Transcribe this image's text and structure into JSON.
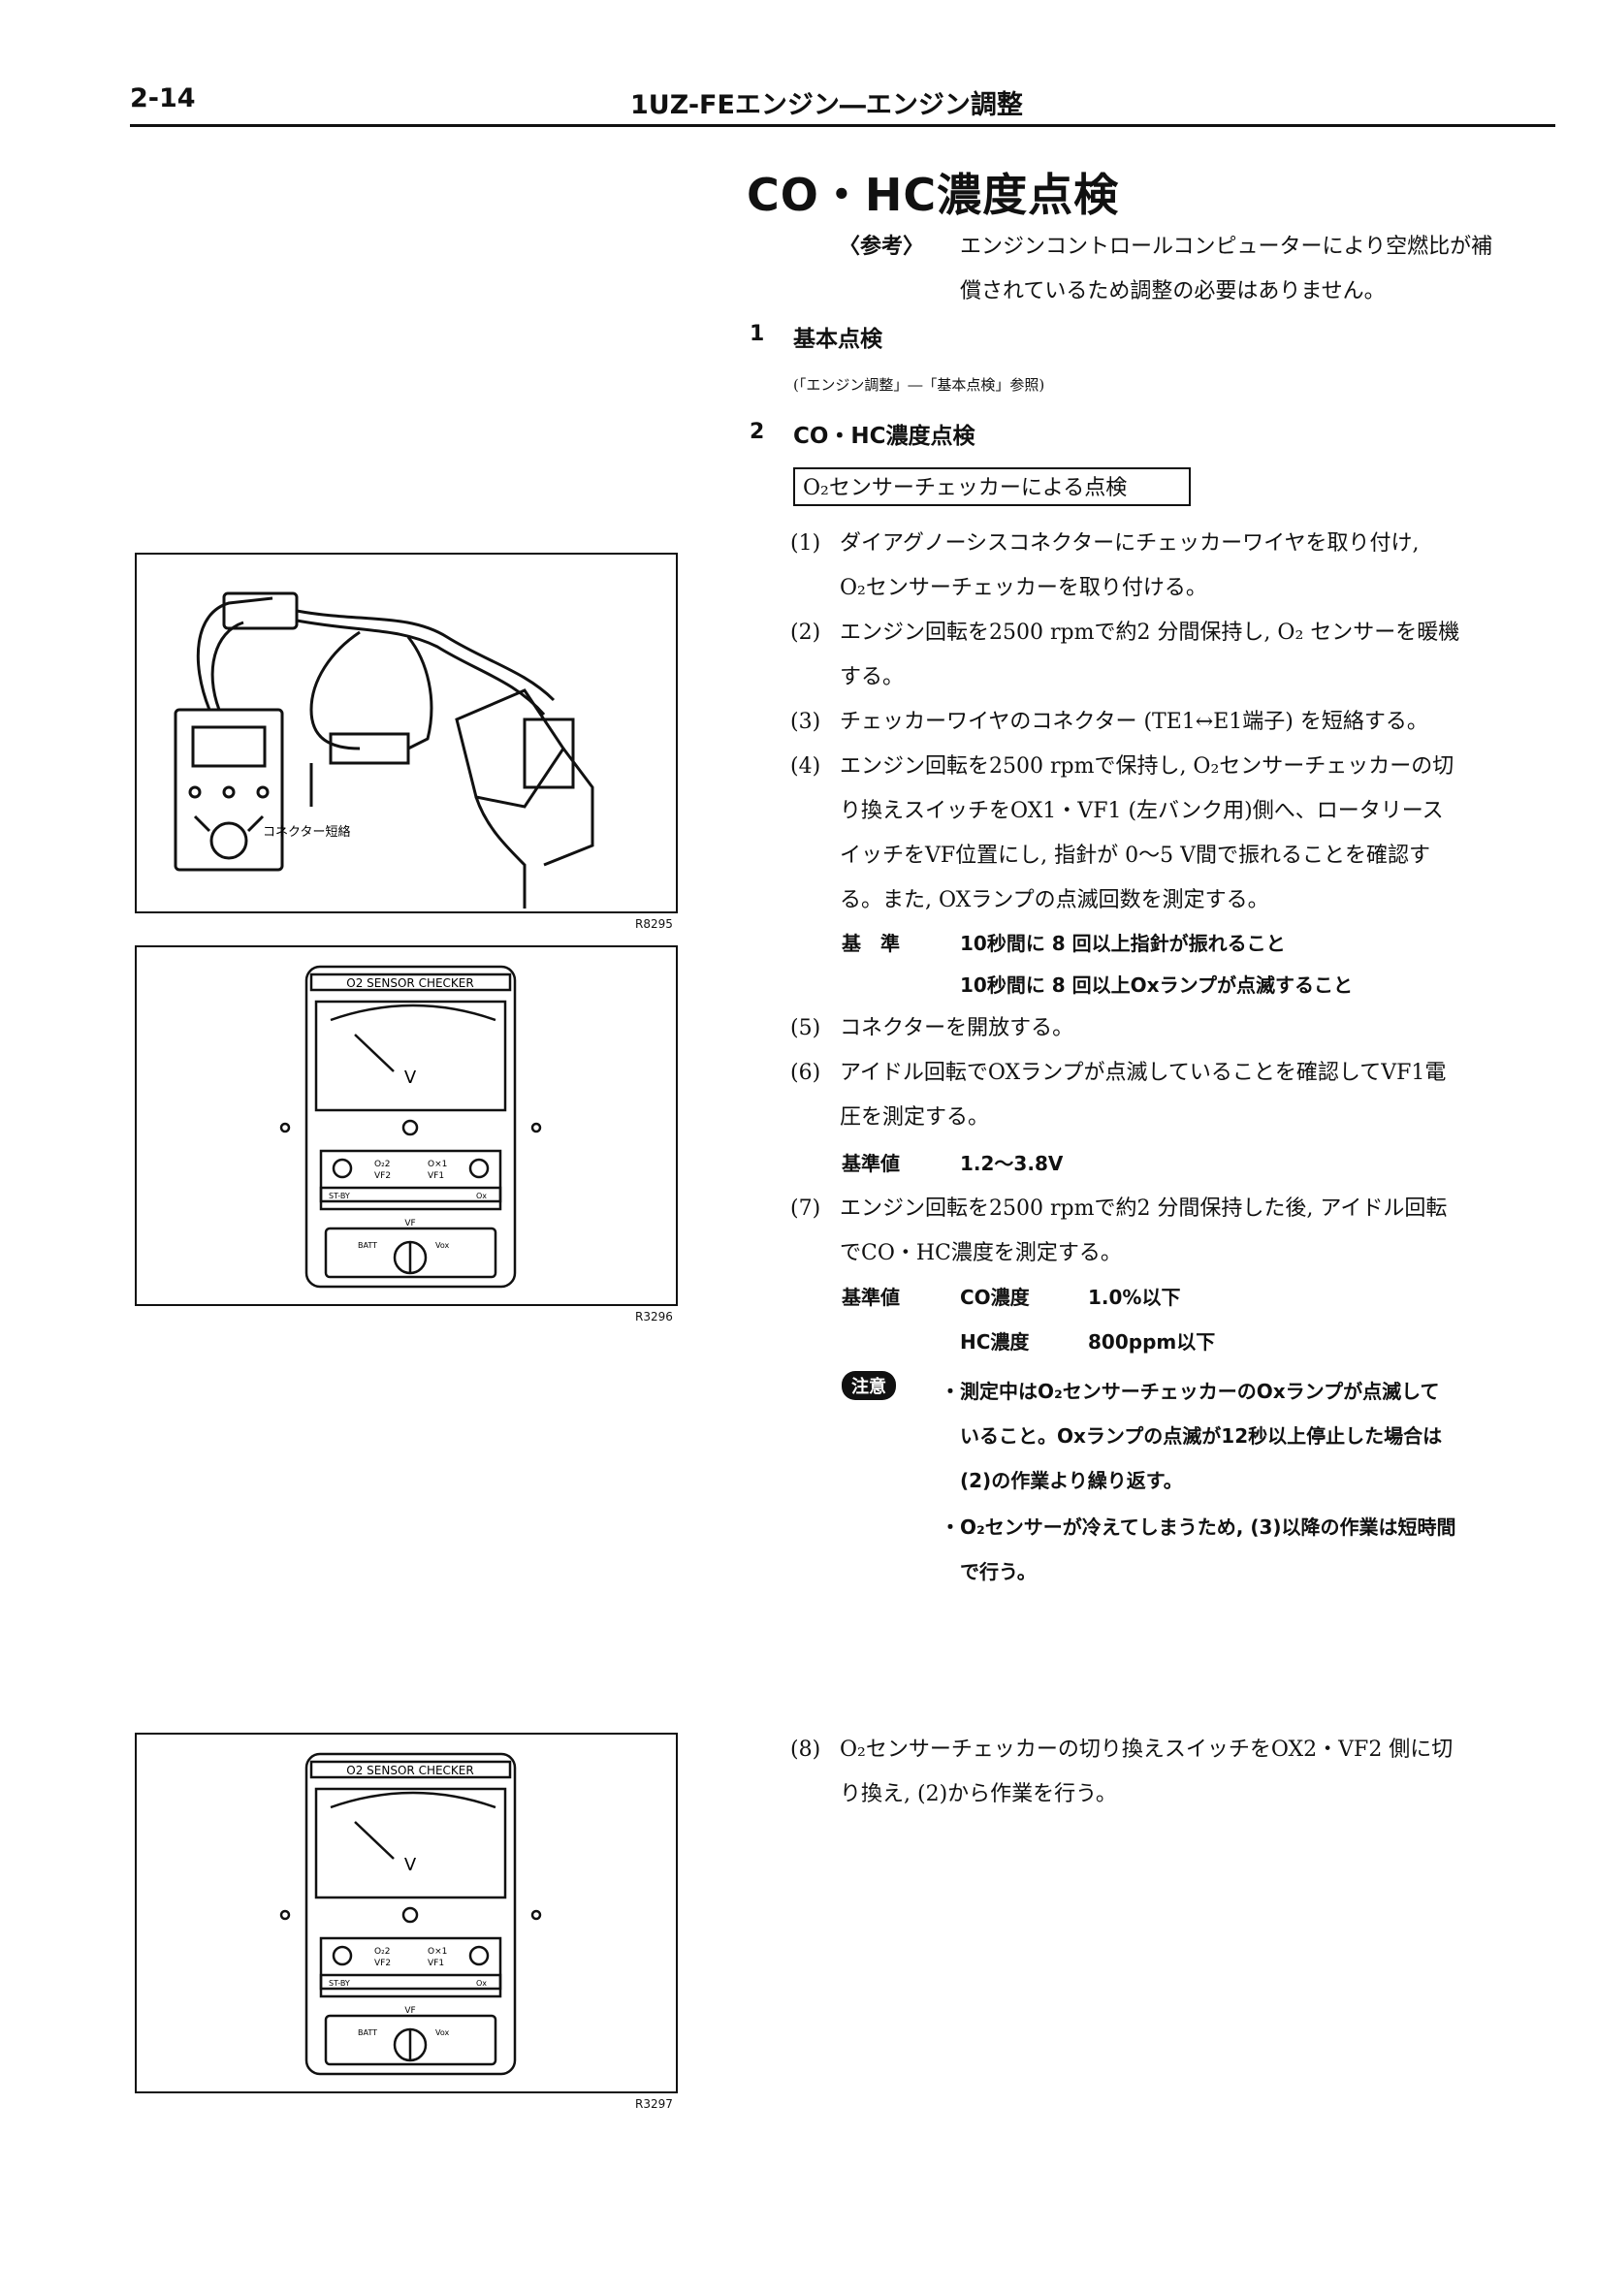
{
  "header": {
    "page_number": "2-14",
    "running_title": "1UZ-FEエンジン―エンジン調整"
  },
  "section_title": "CO・HC濃度点検",
  "reference": {
    "label": "〈参考〉",
    "text_line1": "エンジンコントロールコンピューターにより空燃比が補",
    "text_line2": "償されているため調整の必要はありません。"
  },
  "step1": {
    "number": "1",
    "title": "基本点検",
    "note": "(「エンジン調整」―「基本点検」参照)"
  },
  "step2": {
    "number": "2",
    "title": "CO・HC濃度点検",
    "boxed_label": "O₂センサーチェッカーによる点検"
  },
  "procedures": [
    {
      "no": "(1)",
      "lines": [
        "ダイアグノーシスコネクターにチェッカーワイヤを取り付け,",
        "O₂センサーチェッカーを取り付ける。"
      ]
    },
    {
      "no": "(2)",
      "lines": [
        "エンジン回転を2500 rpmで約2 分間保持し, O₂ センサーを暖機",
        "する。"
      ]
    },
    {
      "no": "(3)",
      "lines": [
        "チェッカーワイヤのコネクター (TE1↔E1端子) を短絡する。"
      ]
    },
    {
      "no": "(4)",
      "lines": [
        "エンジン回転を2500 rpmで保持し, O₂センサーチェッカーの切",
        "り換えスイッチをOX1・VF1 (左バンク用)側へ、ロータリース",
        "イッチをVF位置にし, 指針が 0～5 V間で振れることを確認す",
        "る。また, OXランプの点滅回数を測定する。"
      ]
    },
    {
      "no": "(5)",
      "lines": [
        "コネクターを開放する。"
      ]
    },
    {
      "no": "(6)",
      "lines": [
        "アイドル回転でOXランプが点滅していることを確認してVF1電",
        "圧を測定する。"
      ]
    },
    {
      "no": "(7)",
      "lines": [
        "エンジン回転を2500 rpmで約2 分間保持した後, アイドル回転",
        "でCO・HC濃度を測定する。"
      ]
    },
    {
      "no": "(8)",
      "lines": [
        "O₂センサーチェッカーの切り換えスイッチをOX2・VF2 側に切",
        "り換え, (2)から作業を行う。"
      ]
    }
  ],
  "standard4": {
    "label": "基　準",
    "line1": "10秒間に 8 回以上指針が振れること",
    "line2": "10秒間に 8 回以上Oxランプが点滅すること"
  },
  "standard6": {
    "label": "基準値",
    "value": "1.2～3.8V"
  },
  "standard7": {
    "label": "基準値",
    "co_label": "CO濃度",
    "co_value": "1.0%以下",
    "hc_label": "HC濃度",
    "hc_value": "800ppm以下"
  },
  "caution": {
    "badge": "注意",
    "bullet1_lines": [
      "・測定中はO₂センサーチェッカーのOxランプが点滅して",
      "いること。Oxランプの点滅が12秒以上停止した場合は",
      "(2)の作業より繰り返す。"
    ],
    "bullet2_lines": [
      "・O₂センサーが冷えてしまうため, (3)以降の作業は短時間",
      "で行う。"
    ]
  },
  "figures": {
    "fig1": {
      "code": "R8295",
      "callout": "コネクター短絡"
    },
    "fig2": {
      "code": "R3296",
      "panel_title": "O2 SENSOR CHECKER",
      "meter_unit": "V",
      "switch_left": "O₂2",
      "switch_left2": "VF2",
      "switch_right": "O×1",
      "switch_right2": "VF1",
      "tab_left": "ST-BY",
      "tab_right": "Ox",
      "rotary_top": "VF",
      "rotary_left": "BATT",
      "rotary_right": "Vox"
    },
    "fig3": {
      "code": "R3297",
      "panel_title": "O2 SENSOR CHECKER",
      "meter_unit": "V",
      "switch_left": "O₂2",
      "switch_left2": "VF2",
      "switch_right": "O×1",
      "switch_right2": "VF1",
      "tab_left": "ST-BY",
      "tab_right": "Ox",
      "rotary_top": "VF",
      "rotary_left": "BATT",
      "rotary_right": "Vox"
    }
  }
}
